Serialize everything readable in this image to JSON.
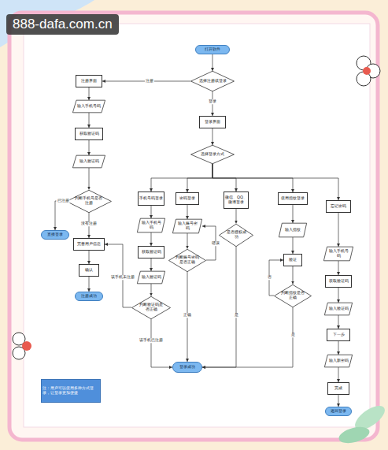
{
  "diagram": {
    "nodes": [
      {
        "text": [
          "打开软件"
        ]
      },
      {
        "text": [
          "选择注册或登录"
        ]
      },
      {
        "text": [
          "注册界面"
        ]
      },
      {
        "text": [
          "登录界面"
        ]
      },
      {
        "text": [
          "输入手机号码"
        ]
      },
      {
        "text": [
          "获取验证码"
        ]
      },
      {
        "text": [
          "输入验证码"
        ]
      },
      {
        "text": [
          "判断手机号是否注册"
        ]
      },
      {
        "text": [
          "直接登录"
        ]
      },
      {
        "text": [
          "完善用户信息"
        ]
      },
      {
        "text": [
          "确认"
        ]
      },
      {
        "text": [
          "注册成功"
        ]
      },
      {
        "text": [
          "选择登录方式"
        ]
      },
      {
        "text": [
          "手机号码登录"
        ]
      },
      {
        "text": [
          "输入手机号码"
        ]
      },
      {
        "text": [
          "获取验证码"
        ]
      },
      {
        "text": [
          "输入验证码"
        ]
      },
      {
        "text": [
          "判断验证码是否正确"
        ]
      },
      {
        "text": [
          "密码登录"
        ]
      },
      {
        "text": [
          "输入账号密码"
        ]
      },
      {
        "text": [
          "判断账号密码是否正确"
        ]
      },
      {
        "text": [
          "微信、QQ、微博登录"
        ]
      },
      {
        "text": [
          "是否授权成功"
        ]
      },
      {
        "text": [
          "使用指纹登录"
        ]
      },
      {
        "text": [
          "输入指纹"
        ]
      },
      {
        "text": [
          "验证"
        ]
      },
      {
        "text": [
          "判断指纹是否正确"
        ]
      },
      {
        "text": [
          "忘记密码"
        ]
      },
      {
        "text": [
          "输入手机号码"
        ]
      },
      {
        "text": [
          "获取验证码"
        ]
      },
      {
        "text": [
          "输入验证码"
        ]
      },
      {
        "text": [
          "下一步"
        ]
      },
      {
        "text": [
          "输入新密码"
        ]
      },
      {
        "text": [
          "完成"
        ]
      },
      {
        "text": [
          "返回登录"
        ]
      },
      {
        "text": [
          "登录成功"
        ]
      },
      {
        "text": [
          "注：用户可以使用多种方式登录，让登录更加便捷"
        ]
      }
    ],
    "edges": [
      {
        "from": 0,
        "to": 1,
        "arrow": "to"
      },
      {
        "from": 1,
        "to": 2,
        "arrow": "to",
        "label": "注册"
      },
      {
        "from": 1,
        "to": 3,
        "arrow": "to",
        "label": "登录"
      },
      {
        "from": 2,
        "to": 4,
        "arrow": "to"
      },
      {
        "from": 4,
        "to": 5,
        "arrow": "to"
      },
      {
        "from": 5,
        "to": 6,
        "arrow": "to"
      },
      {
        "from": 6,
        "to": 7,
        "arrow": "to"
      },
      {
        "from": 7,
        "to": 8,
        "arrow": "to",
        "label": "已注册"
      },
      {
        "from": 7,
        "to": 9,
        "arrow": "to",
        "label": "没有注册"
      },
      {
        "from": 9,
        "to": 10,
        "arrow": "to"
      },
      {
        "from": 10,
        "to": 11,
        "arrow": "to"
      },
      {
        "from": 3,
        "to": 12,
        "arrow": "to"
      },
      {
        "from": 12,
        "to": 13,
        "arrow": "to"
      },
      {
        "from": 12,
        "to": 18,
        "arrow": "to"
      },
      {
        "from": 12,
        "to": 21,
        "arrow": "to"
      },
      {
        "from": 12,
        "to": 23,
        "arrow": "to"
      },
      {
        "from": 12,
        "to": 27,
        "arrow": "to"
      },
      {
        "from": 13,
        "to": 14,
        "arrow": "to"
      },
      {
        "from": 14,
        "to": 15,
        "arrow": "to"
      },
      {
        "from": 15,
        "to": 16,
        "arrow": "to"
      },
      {
        "from": 16,
        "to": 17,
        "arrow": "to"
      },
      {
        "from": 17,
        "to": 35,
        "arrow": "to",
        "label": "该手机已注册"
      },
      {
        "from": 17,
        "to": 9,
        "arrow": "to",
        "label": "该手机未注册"
      },
      {
        "from": 18,
        "to": 19,
        "arrow": "to"
      },
      {
        "from": 19,
        "to": 20,
        "arrow": "to"
      },
      {
        "from": 20,
        "to": 35,
        "arrow": "to",
        "label": "正确"
      },
      {
        "from": 20,
        "to": 19,
        "arrow": "to",
        "label": "错误"
      },
      {
        "from": 21,
        "to": 22,
        "arrow": "to"
      },
      {
        "from": 22,
        "to": 35,
        "arrow": "to",
        "label": "是"
      },
      {
        "from": 23,
        "to": 24,
        "arrow": "to"
      },
      {
        "from": 24,
        "to": 25,
        "arrow": "to"
      },
      {
        "from": 25,
        "to": 26,
        "arrow": "to"
      },
      {
        "from": 26,
        "to": 35,
        "arrow": "to",
        "label": "是"
      },
      {
        "from": 26,
        "to": 25,
        "arrow": "to",
        "label": "否"
      },
      {
        "from": 27,
        "to": 28,
        "arrow": "to"
      },
      {
        "from": 28,
        "to": 29,
        "arrow": "to"
      },
      {
        "from": 29,
        "to": 30,
        "arrow": "to"
      },
      {
        "from": 30,
        "to": 31,
        "arrow": "to"
      },
      {
        "from": 31,
        "to": 32,
        "arrow": "to"
      },
      {
        "from": 32,
        "to": 33,
        "arrow": "to"
      },
      {
        "from": 33,
        "to": 34,
        "arrow": "to"
      }
    ],
    "labels": [
      "888-dafa.com.cn"
    ]
  }
}
